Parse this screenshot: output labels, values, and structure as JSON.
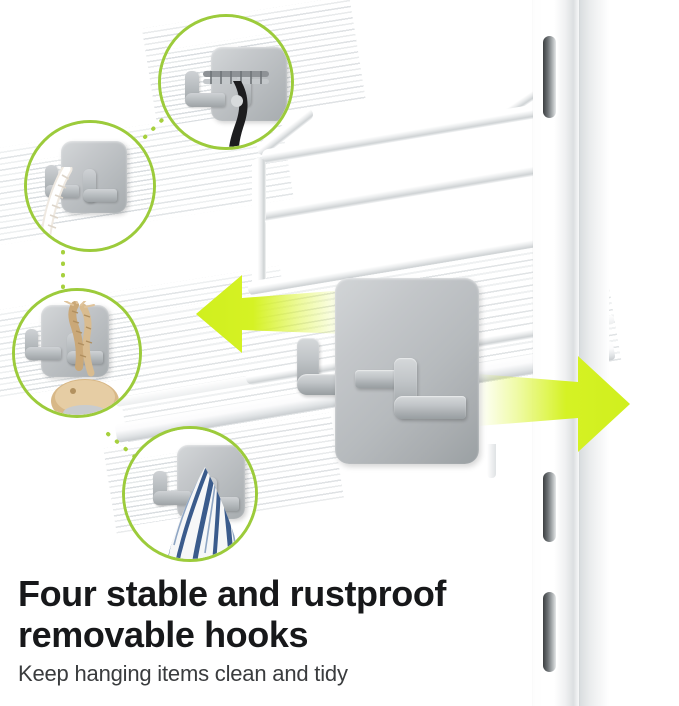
{
  "headline": "Four stable and rustproof\nremovable hooks",
  "subheadline": "Keep hanging items clean and tidy",
  "colors": {
    "accent_ring": "#9ccb3b",
    "arrow_green": "#d9f429",
    "hook_gray": "#bcbfc1",
    "product_white": "#ffffff",
    "headline_text": "#17181a",
    "subheadline_text": "#3a3c3e",
    "dot_green": "#a6d03d"
  },
  "hero": {
    "name": "removable-double-hook",
    "description": "Gray adhesive plate with two J-shaped hooks mounted on white shelf rail",
    "plate_color": "#bcbfc1"
  },
  "arrows": [
    {
      "name": "slide-left-arrow",
      "direction": "left",
      "color": "#d9f429"
    },
    {
      "name": "slide-right-arrow",
      "direction": "right",
      "color": "#d9f429"
    }
  ],
  "callouts": [
    {
      "id": "callout-squeegee",
      "position": "top",
      "item": "squeegee",
      "item_description": "Black-handled squeegee hanging on gray hook",
      "item_color": "#1d1d1f"
    },
    {
      "id": "callout-white-rope",
      "position": "upper-left",
      "item": "white-rope",
      "item_description": "White braided rope hanging on gray hook",
      "item_color": "#f3efe9"
    },
    {
      "id": "callout-jute-rope",
      "position": "lower-left",
      "item": "jute-rope",
      "item_description": "Natural jute rope with wooden brush hanging on gray hook",
      "item_color": "#d8b887"
    },
    {
      "id": "callout-striped-towel",
      "position": "bottom",
      "item": "striped-towel",
      "item_description": "Blue and white striped towel hanging on gray hook",
      "item_color": "#3a5b8c"
    }
  ],
  "product": {
    "name": "shower-caddy-shelf",
    "parts": [
      {
        "name": "vertical-pole",
        "finish": "white"
      },
      {
        "name": "basket-rail-frame",
        "finish": "white"
      },
      {
        "name": "wire-shelf-deck",
        "finish": "white"
      },
      {
        "name": "pole-slot",
        "count": 3
      }
    ]
  }
}
